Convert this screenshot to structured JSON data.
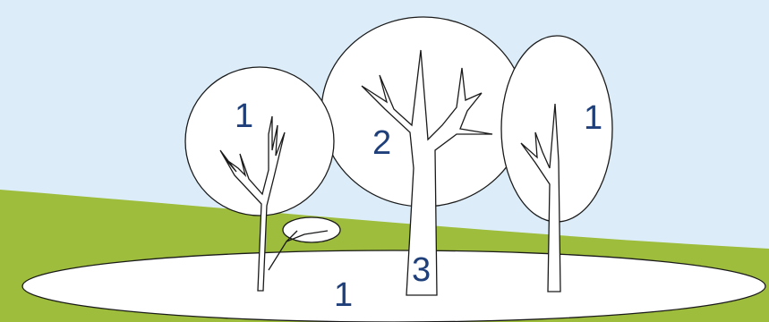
{
  "colors": {
    "sky": "#dcedf9",
    "grass": "#9ebd3c",
    "shape_fill": "#ffffff",
    "outline": "#1a1a1a",
    "number_color": "#1f3f7a"
  },
  "labels": {
    "left_canopy": "1",
    "middle_canopy": "2",
    "right_canopy": "1",
    "middle_trunk": "3",
    "ground": "1"
  }
}
